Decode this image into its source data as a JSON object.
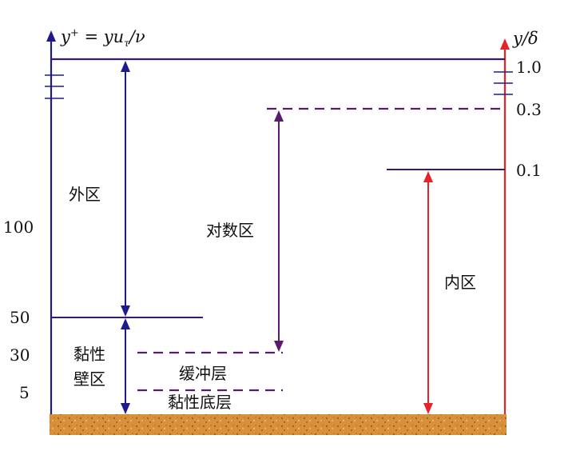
{
  "left_axis": {
    "label_main": "y",
    "label_sup": "+",
    "label_rest": " = yu",
    "label_sub": "τ",
    "label_tail": "/ν",
    "ticks": [
      "100",
      "50",
      "30",
      "5"
    ],
    "color": "#1f1a8c"
  },
  "right_axis": {
    "label": "y/δ",
    "ticks": [
      "1.0",
      "0.3",
      "0.1"
    ],
    "color": "#e8222a"
  },
  "regions": {
    "outer": "外区",
    "log": "对数区",
    "inner": "内区",
    "viscous_wall_1": "黏性",
    "viscous_wall_2": "壁区",
    "buffer": "缓冲层",
    "viscous_sublayer": "黏性底层"
  },
  "colors": {
    "navy": "#1f1a8c",
    "purple": "#5a1a6e",
    "red": "#e8222a",
    "ground": "#d9903a"
  }
}
